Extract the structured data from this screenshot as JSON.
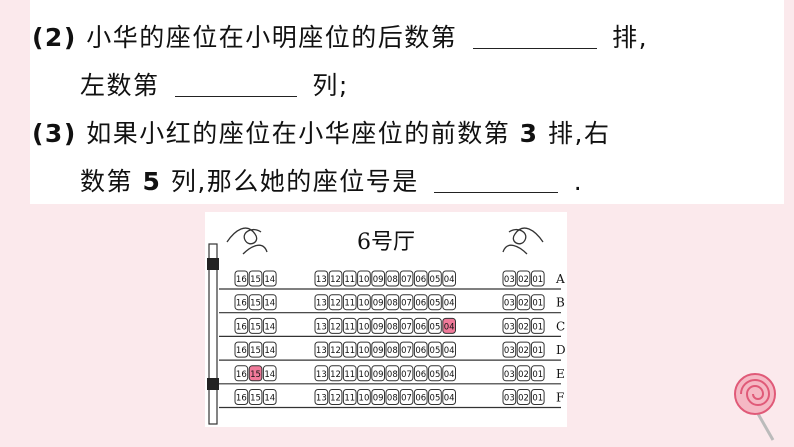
{
  "question": {
    "line1": {
      "num": "(2)",
      "pre": "小华的座位在小明座位的后数第",
      "post": "排,"
    },
    "line2": {
      "pre": "左数第",
      "post": "列;"
    },
    "line3": {
      "num": "(3)",
      "pre": "如果小红的座位在小华座位的前数第",
      "n": "3",
      "post": "排,右"
    },
    "line4": {
      "pre": "数第",
      "n": "5",
      "mid": "列,那么她的座位号是",
      "post": "."
    }
  },
  "hall": {
    "title": "6号厅",
    "left_block": [
      "16",
      "15",
      "14"
    ],
    "middle_block": [
      "13",
      "12",
      "11",
      "10",
      "09",
      "08",
      "07",
      "06",
      "05",
      "04"
    ],
    "right_block": [
      "03",
      "02",
      "01"
    ],
    "row_labels": [
      "A",
      "B",
      "C",
      "D",
      "E",
      "F"
    ],
    "highlighted_seats": [
      {
        "row": "C",
        "seat": "04"
      },
      {
        "row": "E",
        "seat": "15"
      }
    ],
    "seat_color": "#ffffff",
    "highlight_color": "#f07a9a"
  },
  "colors": {
    "page_bg": "#fbe9ec",
    "panel_bg": "#ffffff",
    "text": "#111111"
  }
}
